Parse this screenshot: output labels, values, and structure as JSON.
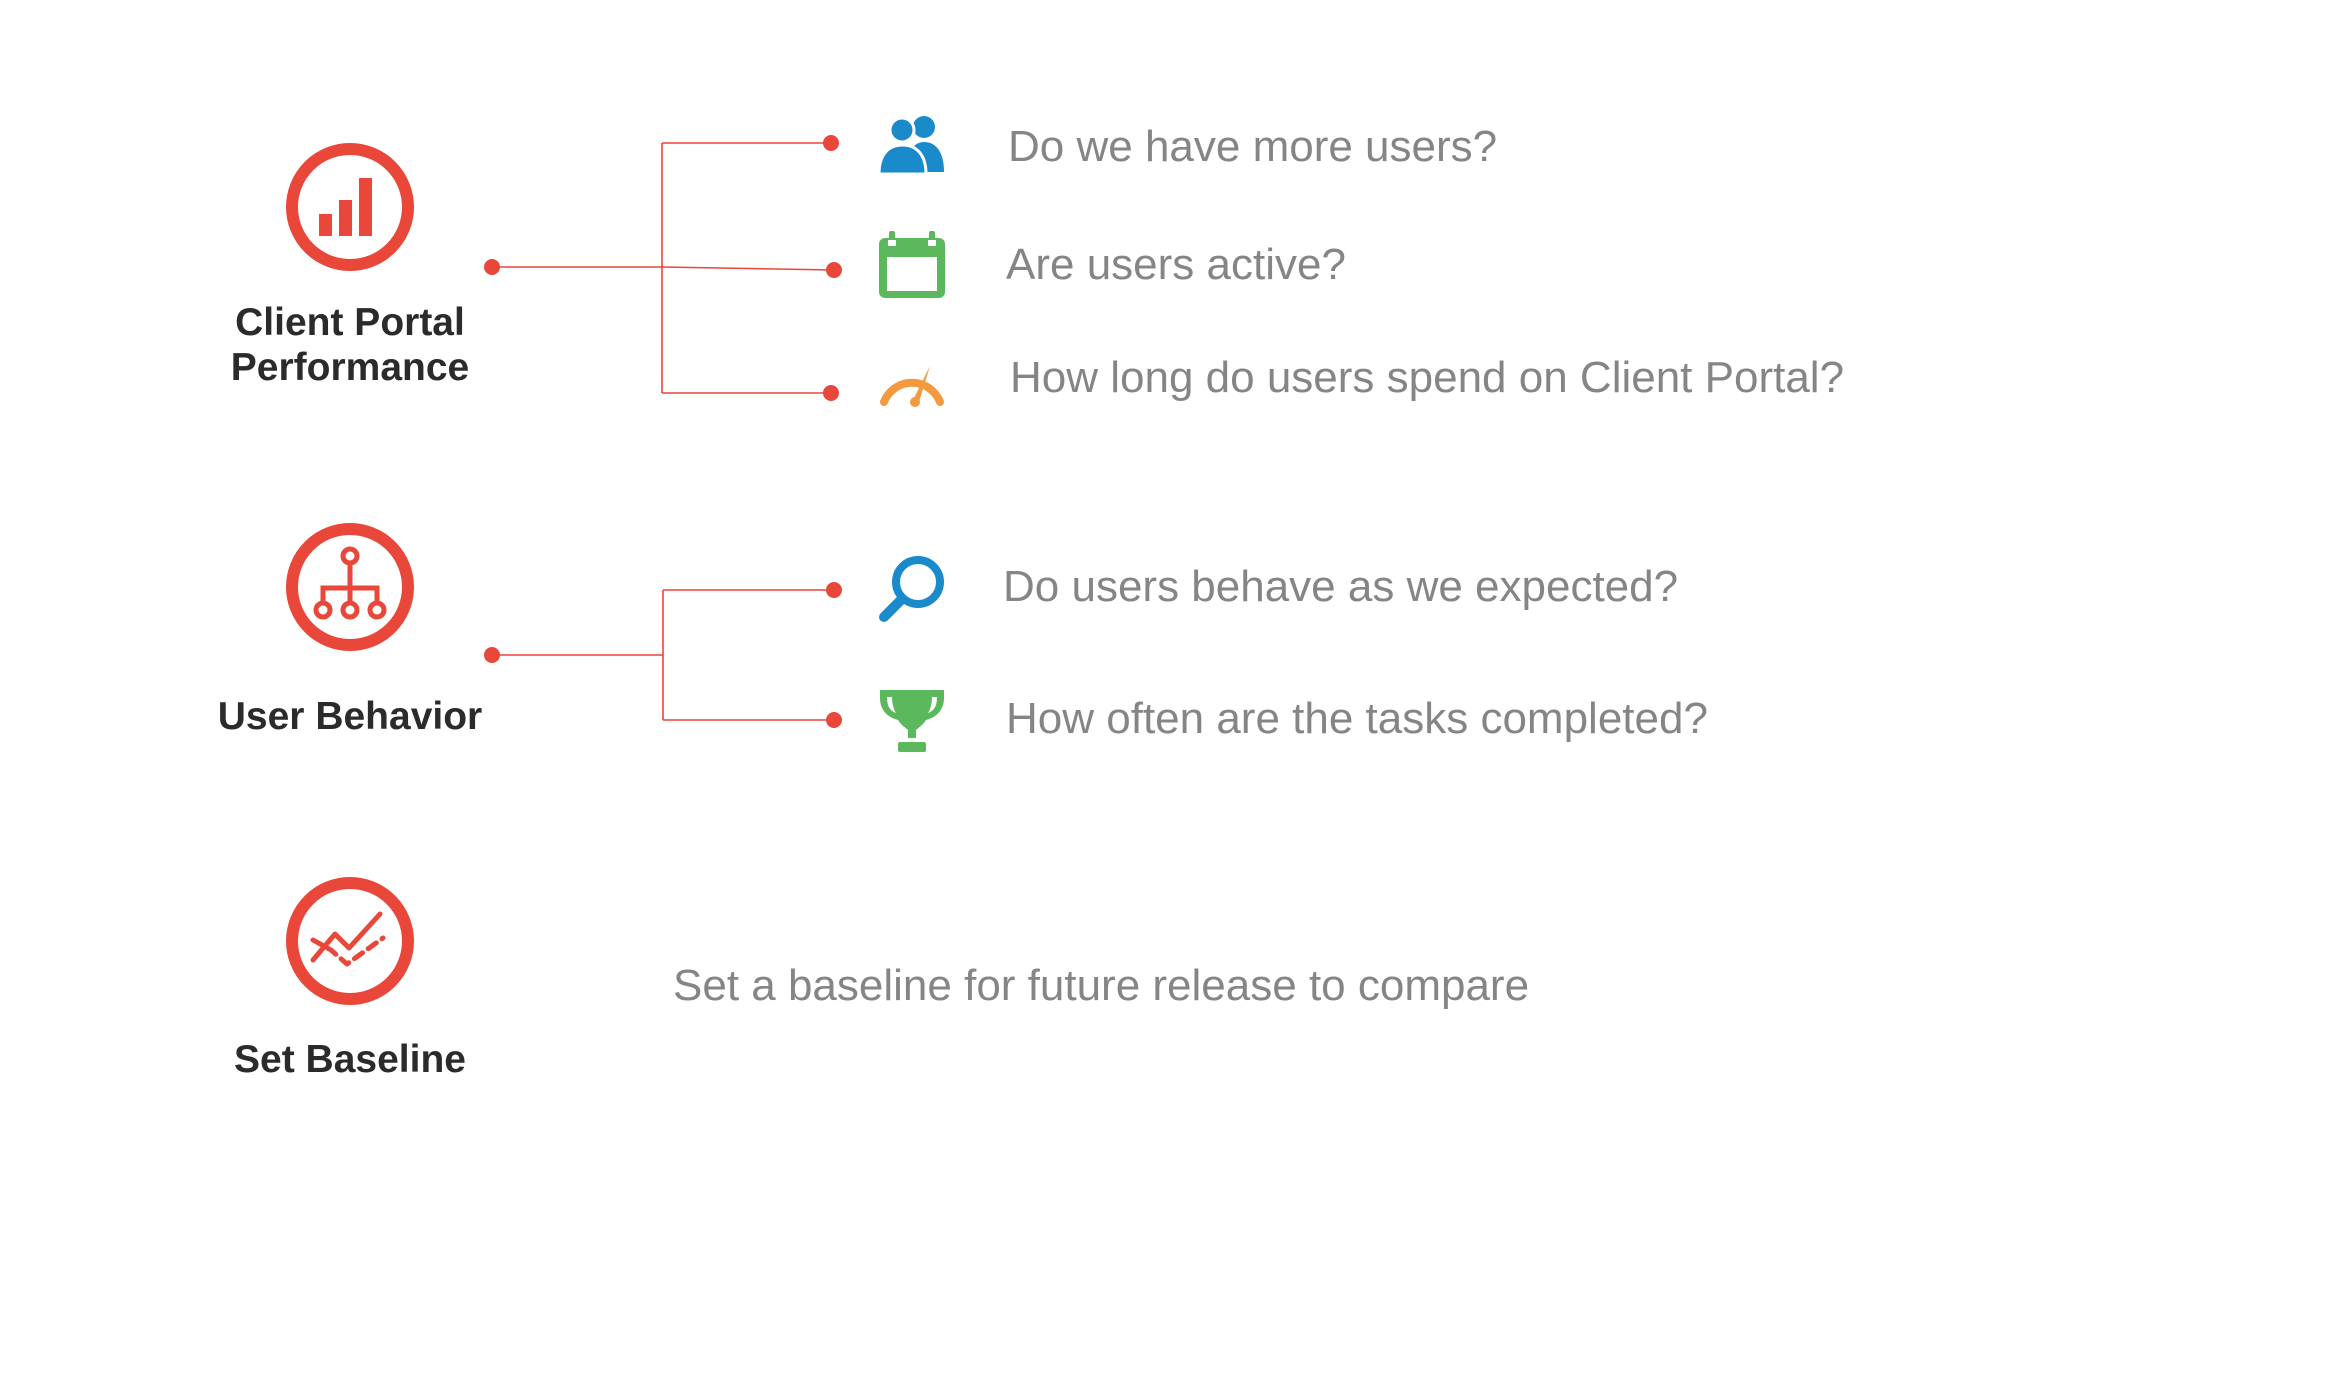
{
  "sections": [
    {
      "title": "Client Portal Performance",
      "icon": "bar-chart-icon",
      "questions": [
        {
          "text": "Do we have more users?",
          "icon": "users-icon",
          "color": "#1b8acb"
        },
        {
          "text": "Are users active?",
          "icon": "calendar-icon",
          "color": "#5cb85c"
        },
        {
          "text": "How long do users spend on Client Portal?",
          "icon": "speedometer-icon",
          "color": "#f39a3e"
        }
      ]
    },
    {
      "title": "User Behavior",
      "icon": "hierarchy-icon",
      "questions": [
        {
          "text": "Do users behave as we expected?",
          "icon": "magnifier-icon",
          "color": "#1b8acb"
        },
        {
          "text": "How often are the tasks completed?",
          "icon": "trophy-icon",
          "color": "#5cb85c"
        }
      ]
    },
    {
      "title": "Set Baseline",
      "icon": "trend-line-icon",
      "note": "Set a baseline for future release to compare"
    }
  ],
  "colors": {
    "accent": "#e8473a",
    "label_text": "#2b2b2b",
    "question_text": "#858585"
  }
}
